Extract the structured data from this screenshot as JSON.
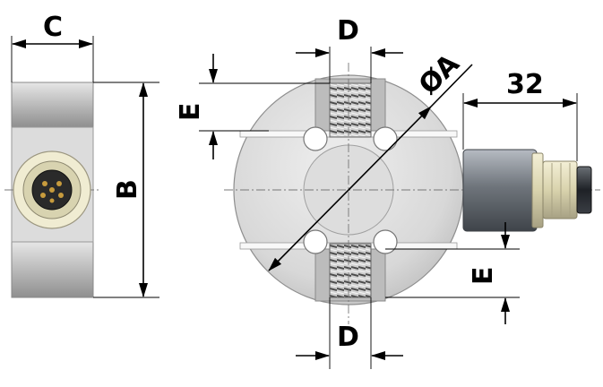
{
  "labels": {
    "c": "C",
    "b": "B",
    "d_top": "D",
    "d_bottom": "D",
    "e_left": "E",
    "e_right": "E",
    "phi_a": "ØA",
    "thirty_two": "32"
  },
  "colors": {
    "body_light": "#e4e4e4",
    "body_mid": "#c8c8c8",
    "body_dark": "#9a9a9a",
    "thread": "#8a8a8a",
    "connector_grey": "#777c82",
    "connector_cream": "#e8e3c4",
    "pin_gold": "#b08a3a",
    "dimension": "#000000"
  },
  "icons": {
    "arrowhead": "filled-triangle-arrowhead",
    "connector": "m12-5pin-connector-icon"
  }
}
